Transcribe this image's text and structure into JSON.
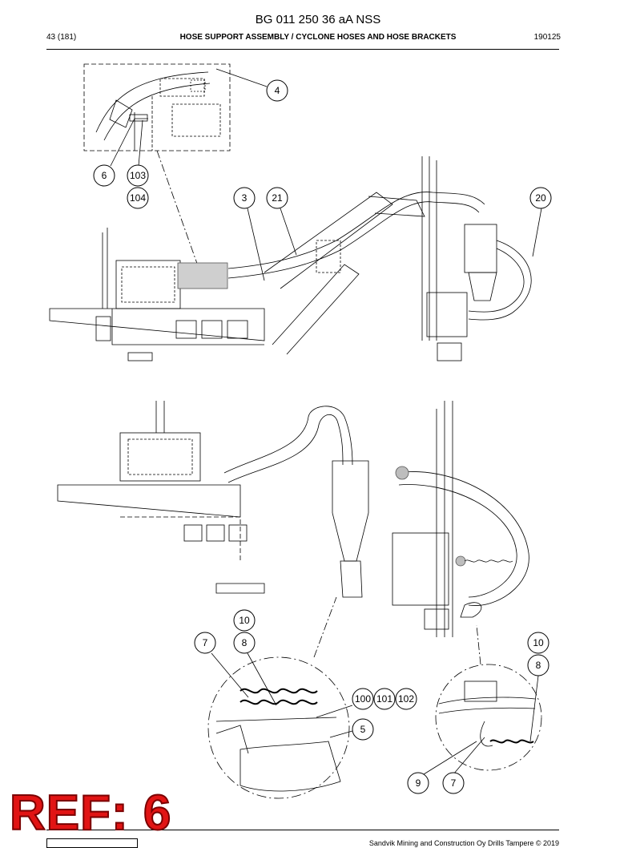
{
  "header": {
    "doc_number": "BG 011 250 36 aA NSS",
    "page": "43 (181)",
    "section_title": "HOSE SUPPORT ASSEMBLY / CYCLONE HOSES AND HOSE BRACKETS",
    "date_code": "190125"
  },
  "callouts": {
    "c4": "4",
    "c6": "6",
    "c103": "103",
    "c104": "104",
    "c3": "3",
    "c21": "21",
    "c20": "20",
    "c10a": "10",
    "c7a": "7",
    "c8a": "8",
    "c10b": "10",
    "c8b": "8",
    "c100": "100",
    "c101": "101",
    "c102": "102",
    "c5": "5",
    "c9": "9",
    "c7b": "7"
  },
  "stamp": {
    "ref_label": "REF: 6"
  },
  "footer": {
    "copyright": "Sandvik Mining and Construction Oy Drills Tampere © 2019"
  }
}
